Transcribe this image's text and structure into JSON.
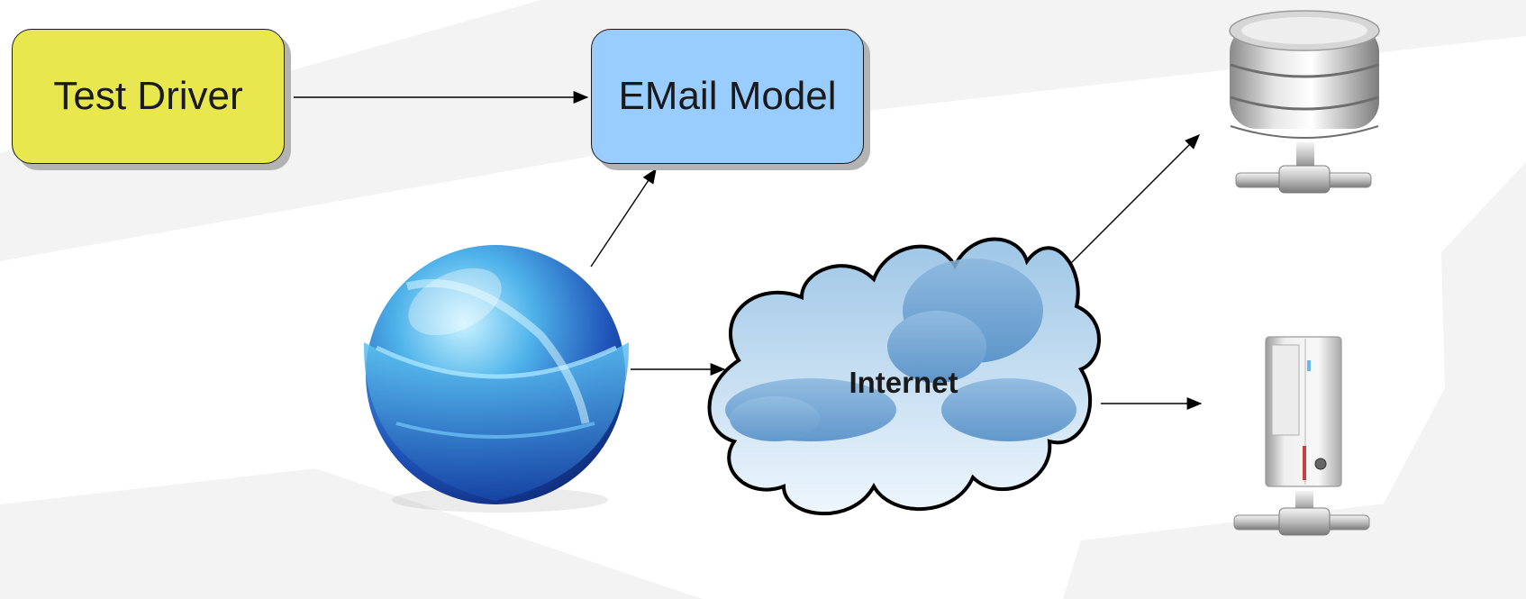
{
  "nodes": {
    "test_driver": {
      "label": "Test Driver",
      "color": "#e8e84e"
    },
    "email_model": {
      "label": "EMail Model",
      "color": "#99ccff"
    },
    "internet": {
      "label": "Internet"
    },
    "client_globe": {
      "icon": "globe-icon"
    },
    "database_server": {
      "icon": "database-server-icon"
    },
    "tower_server": {
      "icon": "tower-server-icon"
    }
  },
  "edges": [
    {
      "from": "test_driver",
      "to": "email_model"
    },
    {
      "from": "client_globe",
      "to": "email_model"
    },
    {
      "from": "client_globe",
      "to": "internet"
    },
    {
      "from": "internet",
      "to": "database_server"
    },
    {
      "from": "internet",
      "to": "tower_server"
    }
  ]
}
